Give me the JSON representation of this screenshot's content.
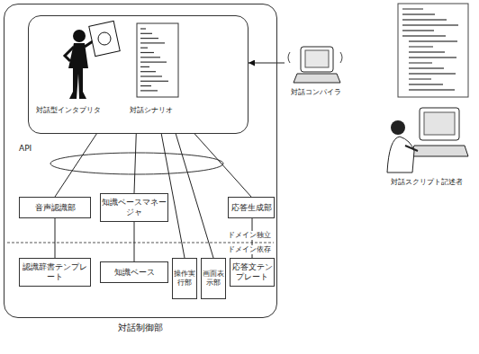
{
  "diagram": {
    "nodes": [
      {
        "text": [
          "対話制御部"
        ]
      },
      {
        "text": [
          "対話型インタプリタ",
          "対話シナリオ"
        ],
        "in": 0
      },
      {
        "text": [
          "音声認識部"
        ],
        "in": 0
      },
      {
        "text": [
          "知識ベースマネージャ"
        ],
        "in": 0
      },
      {
        "text": [
          "応答生成部"
        ],
        "in": 0
      },
      {
        "text": [
          "認識辞書テンプレート"
        ],
        "in": 0
      },
      {
        "text": [
          "知識ベース"
        ],
        "in": 0
      },
      {
        "text": [
          "操作実行部"
        ],
        "in": 0
      },
      {
        "text": [
          "画面表示部"
        ],
        "in": 0
      },
      {
        "text": [
          "応答文テンプレート"
        ],
        "in": 0
      },
      {
        "text": [
          "対話コンパイラ"
        ]
      },
      {
        "text": [
          "対話スクリプト記述者"
        ]
      }
    ],
    "edges": [
      {
        "from": 10,
        "to": 1,
        "arrow": "to"
      },
      {
        "from": 1,
        "to": 2,
        "arrow": "none"
      },
      {
        "from": 1,
        "to": 3,
        "arrow": "none"
      },
      {
        "from": 1,
        "to": 7,
        "arrow": "none"
      },
      {
        "from": 1,
        "to": 8,
        "arrow": "none"
      },
      {
        "from": 1,
        "to": 4,
        "arrow": "none"
      },
      {
        "from": 2,
        "to": 5,
        "arrow": "none"
      },
      {
        "from": 3,
        "to": 6,
        "arrow": "none"
      },
      {
        "from": 4,
        "to": 9,
        "arrow": "none"
      }
    ],
    "labels": [
      "API",
      "ドメイン独立",
      "ドメイン依存"
    ]
  }
}
